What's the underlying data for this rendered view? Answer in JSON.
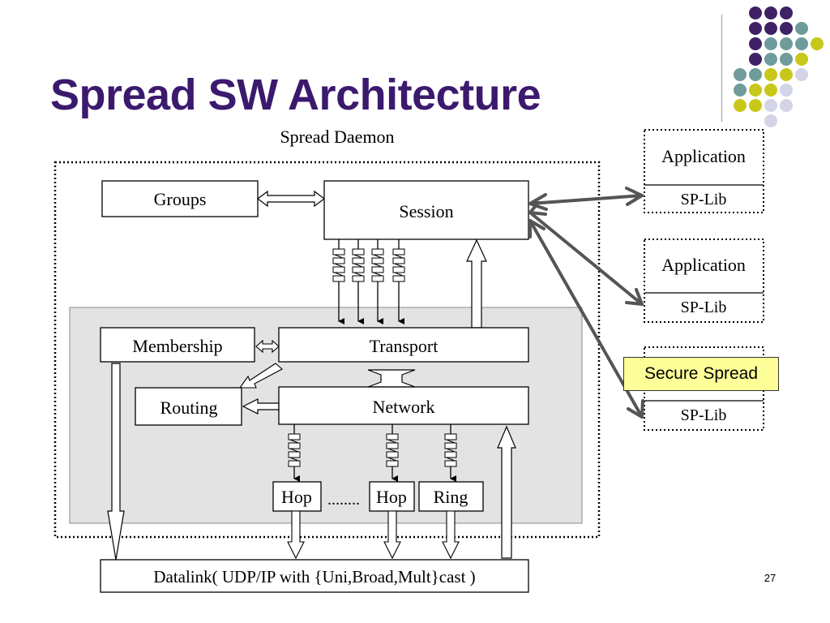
{
  "slide": {
    "title": "Spread SW Architecture",
    "page_number": "27"
  },
  "diagram": {
    "daemon_label": "Spread Daemon",
    "groups": "Groups",
    "session": "Session",
    "membership": "Membership",
    "transport": "Transport",
    "routing": "Routing",
    "network": "Network",
    "hop": "Hop",
    "ellipsis": "........",
    "ring": "Ring",
    "datalink": "Datalink( UDP/IP with {Uni,Broad,Mult}cast )",
    "clients": [
      {
        "app": "Application",
        "lib": "SP-Lib"
      },
      {
        "app": "Application",
        "lib": "SP-Lib"
      },
      {
        "app": "",
        "lib": "SP-Lib"
      }
    ]
  },
  "callout": {
    "text": "Secure Spread"
  },
  "colors": {
    "title": "#3b1a6e",
    "dot_purple": "#3f2166",
    "dot_teal": "#6f9c9a",
    "dot_yellow": "#c8c81a",
    "dot_lavender": "#d4d4e8",
    "core_bg": "#e3e3e3",
    "callout_bg": "#ffff99"
  }
}
